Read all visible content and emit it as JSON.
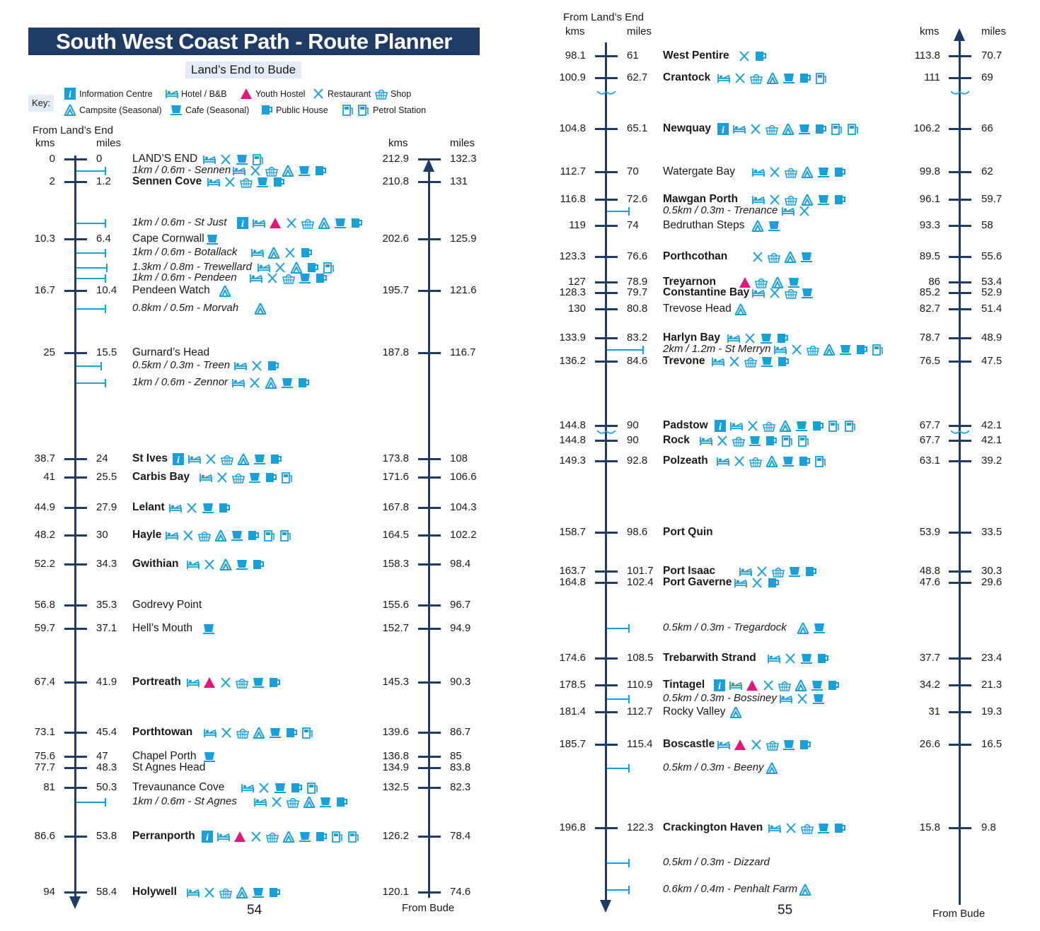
{
  "title": "South West Coast Path - Route Planner",
  "subtitle": "Land’s End to Bude",
  "key": {
    "label": "Key:",
    "items": [
      {
        "icon": "info",
        "label": "Information Centre"
      },
      {
        "icon": "bed",
        "label": "Hotel / B&B"
      },
      {
        "icon": "hostel",
        "label": "Youth Hostel"
      },
      {
        "icon": "cutlery",
        "label": "Restaurant"
      },
      {
        "icon": "basket",
        "label": "Shop"
      },
      {
        "icon": "tent",
        "label": "Campsite (Seasonal)"
      },
      {
        "icon": "cup",
        "label": "Cafe (Seasonal)"
      },
      {
        "icon": "mug",
        "label": "Public House"
      },
      {
        "icon": "pump",
        "label": "Petrol Station"
      }
    ]
  },
  "colors": {
    "navy": "#1f3a63",
    "cyan": "#1aa0d8",
    "magenta": "#e0187a"
  },
  "left_page": {
    "page_number": "54",
    "header_left": {
      "from": "From Land’s End",
      "kms": "kms",
      "miles": "miles"
    },
    "header_right": {
      "kms": "kms",
      "miles": "miles"
    },
    "footer_right": "From Bude",
    "entries": [
      {
        "type": "main",
        "lkm": "0",
        "lmi": "0",
        "name": "LAND’S END",
        "style": "normal",
        "icons": [
          "bed",
          "cutlery",
          "cup",
          "pump"
        ],
        "rkm": "212.9",
        "rmi": "132.3"
      },
      {
        "type": "spur",
        "name": "1km / 0.6m - Sennen",
        "icons": [
          "bed",
          "cutlery",
          "basket",
          "tent",
          "cup",
          "mug"
        ]
      },
      {
        "type": "main",
        "lkm": "2",
        "lmi": "1.2",
        "name": "Sennen Cove",
        "style": "bold",
        "icons": [
          "bed",
          "cutlery",
          "basket",
          "cup",
          "mug"
        ],
        "rkm": "210.8",
        "rmi": "131"
      },
      {
        "type": "spur",
        "name": "1km / 0.6m - St Just",
        "icons": [
          "info",
          "bed",
          "hostel",
          "cutlery",
          "basket",
          "tent",
          "cup",
          "mug"
        ]
      },
      {
        "type": "main",
        "lkm": "10.3",
        "lmi": "6.4",
        "name": "Cape Cornwall",
        "style": "normal",
        "icons": [
          "cup"
        ],
        "rkm": "202.6",
        "rmi": "125.9"
      },
      {
        "type": "spur",
        "name": "1km / 0.6m - Botallack",
        "icons": [
          "bed",
          "tent",
          "cutlery",
          "mug"
        ]
      },
      {
        "type": "spur",
        "name": "1.3km / 0.8m - Trewellard",
        "icons": [
          "bed",
          "cutlery",
          "tent",
          "mug",
          "pump"
        ]
      },
      {
        "type": "spur",
        "name": "1km / 0.6m - Pendeen",
        "icons": [
          "bed",
          "cutlery",
          "basket",
          "cup",
          "mug"
        ]
      },
      {
        "type": "main",
        "lkm": "16.7",
        "lmi": "10.4",
        "name": "Pendeen Watch",
        "style": "normal",
        "icons": [
          "tent"
        ],
        "rkm": "195.7",
        "rmi": "121.6"
      },
      {
        "type": "spur",
        "name": "0.8km / 0.5m - Morvah",
        "icons": [
          "tent"
        ]
      },
      {
        "type": "main",
        "lkm": "25",
        "lmi": "15.5",
        "name": "Gurnard’s Head",
        "style": "normal",
        "icons": [],
        "rkm": "187.8",
        "rmi": "116.7"
      },
      {
        "type": "spur",
        "name": "0.5km / 0.3m - Treen",
        "icons": [
          "bed",
          "cutlery",
          "mug"
        ]
      },
      {
        "type": "spur",
        "name": "1km / 0.6m - Zennor",
        "icons": [
          "bed",
          "cutlery",
          "tent",
          "cup",
          "mug"
        ]
      },
      {
        "type": "main",
        "lkm": "38.7",
        "lmi": "24",
        "name": "St Ives",
        "style": "bold",
        "icons": [
          "info",
          "bed",
          "cutlery",
          "basket",
          "tent",
          "cup",
          "mug"
        ],
        "rkm": "173.8",
        "rmi": "108"
      },
      {
        "type": "main",
        "lkm": "41",
        "lmi": "25.5",
        "name": "Carbis Bay",
        "style": "bold",
        "icons": [
          "bed",
          "cutlery",
          "basket",
          "cup",
          "mug",
          "pump"
        ],
        "rkm": "171.6",
        "rmi": "106.6"
      },
      {
        "type": "main",
        "lkm": "44.9",
        "lmi": "27.9",
        "name": "Lelant",
        "style": "bold",
        "icons": [
          "bed",
          "cutlery",
          "cup",
          "mug"
        ],
        "rkm": "167.8",
        "rmi": "104.3"
      },
      {
        "type": "main",
        "lkm": "48.2",
        "lmi": "30",
        "name": "Hayle",
        "style": "bold",
        "icons": [
          "bed",
          "cutlery",
          "basket",
          "tent",
          "cup",
          "mug",
          "pump",
          "pump"
        ],
        "rkm": "164.5",
        "rmi": "102.2"
      },
      {
        "type": "main",
        "lkm": "52.2",
        "lmi": "34.3",
        "name": "Gwithian",
        "style": "bold",
        "icons": [
          "bed",
          "cutlery",
          "tent",
          "cup",
          "mug"
        ],
        "rkm": "158.3",
        "rmi": "98.4"
      },
      {
        "type": "main",
        "lkm": "56.8",
        "lmi": "35.3",
        "name": "Godrevy Point",
        "style": "normal",
        "icons": [],
        "rkm": "155.6",
        "rmi": "96.7"
      },
      {
        "type": "main",
        "lkm": "59.7",
        "lmi": "37.1",
        "name": "Hell’s Mouth",
        "style": "normal",
        "icons": [
          "cup"
        ],
        "rkm": "152.7",
        "rmi": "94.9"
      },
      {
        "type": "main",
        "lkm": "67.4",
        "lmi": "41.9",
        "name": "Portreath",
        "style": "bold",
        "icons": [
          "bed",
          "hostel",
          "cutlery",
          "basket",
          "cup",
          "mug"
        ],
        "rkm": "145.3",
        "rmi": "90.3"
      },
      {
        "type": "main",
        "lkm": "73.1",
        "lmi": "45.4",
        "name": "Porthtowan",
        "style": "bold",
        "icons": [
          "bed",
          "cutlery",
          "basket",
          "tent",
          "cup",
          "mug",
          "pump"
        ],
        "rkm": "139.6",
        "rmi": "86.7"
      },
      {
        "type": "main",
        "lkm": "75.6",
        "lmi": "47",
        "name": "Chapel Porth",
        "style": "normal",
        "icons": [
          "cup"
        ],
        "rkm": "136.8",
        "rmi": "85"
      },
      {
        "type": "main",
        "lkm": "77.7",
        "lmi": "48.3",
        "name": "St Agnes Head",
        "style": "normal",
        "icons": [],
        "rkm": "134.9",
        "rmi": "83.8"
      },
      {
        "type": "main",
        "lkm": "81",
        "lmi": "50.3",
        "name": "Trevaunance Cove",
        "style": "normal",
        "icons": [
          "bed",
          "cutlery",
          "cup",
          "mug",
          "pump"
        ],
        "rkm": "132.5",
        "rmi": "82.3"
      },
      {
        "type": "spur",
        "name": "1km / 0.6m - St Agnes",
        "icons": [
          "bed",
          "cutlery",
          "basket",
          "tent",
          "cup",
          "mug"
        ]
      },
      {
        "type": "main",
        "lkm": "86.6",
        "lmi": "53.8",
        "name": "Perranporth",
        "style": "bold",
        "icons": [
          "info",
          "bed",
          "hostel",
          "cutlery",
          "basket",
          "tent",
          "cup",
          "mug",
          "pump",
          "pump"
        ],
        "rkm": "126.2",
        "rmi": "78.4"
      },
      {
        "type": "main",
        "lkm": "94",
        "lmi": "58.4",
        "name": "Holywell",
        "style": "bold",
        "icons": [
          "bed",
          "cutlery",
          "basket",
          "tent",
          "cup",
          "mug"
        ],
        "rkm": "120.1",
        "rmi": "74.6"
      }
    ]
  },
  "right_page": {
    "page_number": "55",
    "header_left": {
      "from": "From Land’s End",
      "kms": "kms",
      "miles": "miles"
    },
    "header_right": {
      "kms": "kms",
      "miles": "miles"
    },
    "footer_right": "From Bude",
    "entries": [
      {
        "type": "main",
        "lkm": "98.1",
        "lmi": "61",
        "name": "West Pentire",
        "style": "bold",
        "icons": [
          "cutlery",
          "mug"
        ],
        "rkm": "113.8",
        "rmi": "70.7"
      },
      {
        "type": "main",
        "lkm": "100.9",
        "lmi": "62.7",
        "name": "Crantock",
        "style": "bold",
        "icons": [
          "bed",
          "cutlery",
          "basket",
          "tent",
          "cup",
          "mug",
          "pump"
        ],
        "rkm": "111",
        "rmi": "69"
      },
      {
        "type": "main",
        "lkm": "104.8",
        "lmi": "65.1",
        "name": "Newquay",
        "style": "bold",
        "icons": [
          "info",
          "bed",
          "cutlery",
          "basket",
          "tent",
          "cup",
          "mug",
          "pump",
          "pump"
        ],
        "rkm": "106.2",
        "rmi": "66"
      },
      {
        "type": "main",
        "lkm": "112.7",
        "lmi": "70",
        "name": "Watergate Bay",
        "style": "normal",
        "icons": [
          "bed",
          "cutlery",
          "basket",
          "tent",
          "cup",
          "mug"
        ],
        "rkm": "99.8",
        "rmi": "62"
      },
      {
        "type": "main",
        "lkm": "116.8",
        "lmi": "72.6",
        "name": "Mawgan Porth",
        "style": "bold",
        "icons": [
          "bed",
          "cutlery",
          "basket",
          "tent",
          "cup",
          "mug"
        ],
        "rkm": "96.1",
        "rmi": "59.7"
      },
      {
        "type": "spur",
        "name": "0.5km / 0.3m - Trenance",
        "icons": [
          "bed",
          "cutlery"
        ]
      },
      {
        "type": "main",
        "lkm": "119",
        "lmi": "74",
        "name": "Bedruthan Steps",
        "style": "normal",
        "icons": [
          "tent",
          "cup"
        ],
        "rkm": "93.3",
        "rmi": "58"
      },
      {
        "type": "main",
        "lkm": "123.3",
        "lmi": "76.6",
        "name": "Porthcothan",
        "style": "bold",
        "icons": [
          "cutlery",
          "basket",
          "tent",
          "cup"
        ],
        "rkm": "89.5",
        "rmi": "55.6"
      },
      {
        "type": "main",
        "lkm": "127",
        "lmi": "78.9",
        "name": "Treyarnon",
        "style": "bold",
        "icons": [
          "hostel",
          "basket",
          "tent",
          "cup"
        ],
        "rkm": "86",
        "rmi": "53.4"
      },
      {
        "type": "main",
        "lkm": "128.3",
        "lmi": "79.7",
        "name": "Constantine Bay",
        "style": "bold",
        "icons": [
          "bed",
          "cutlery",
          "basket",
          "cup"
        ],
        "rkm": "85.2",
        "rmi": "52.9"
      },
      {
        "type": "main",
        "lkm": "130",
        "lmi": "80.8",
        "name": "Trevose Head",
        "style": "normal",
        "icons": [
          "tent"
        ],
        "rkm": "82.7",
        "rmi": "51.4"
      },
      {
        "type": "main",
        "lkm": "133.9",
        "lmi": "83.2",
        "name": "Harlyn Bay",
        "style": "bold",
        "icons": [
          "bed",
          "cutlery",
          "cup",
          "mug"
        ],
        "rkm": "78.7",
        "rmi": "48.9"
      },
      {
        "type": "spur",
        "name": "2km / 1.2m - St Merryn",
        "icons": [
          "bed",
          "cutlery",
          "basket",
          "tent",
          "cup",
          "mug",
          "pump"
        ]
      },
      {
        "type": "main",
        "lkm": "136.2",
        "lmi": "84.6",
        "name": "Trevone",
        "style": "bold",
        "icons": [
          "bed",
          "cutlery",
          "basket",
          "cup",
          "mug"
        ],
        "rkm": "76.5",
        "rmi": "47.5"
      },
      {
        "type": "main",
        "lkm": "144.8",
        "lmi": "90",
        "name": "Padstow",
        "style": "bold",
        "icons": [
          "info",
          "bed",
          "cutlery",
          "basket",
          "tent",
          "cup",
          "mug",
          "pump",
          "pump"
        ],
        "rkm": "67.7",
        "rmi": "42.1"
      },
      {
        "type": "main",
        "lkm": "144.8",
        "lmi": "90",
        "name": "Rock",
        "style": "bold",
        "icons": [
          "bed",
          "cutlery",
          "basket",
          "cup",
          "mug",
          "pump",
          "pump"
        ],
        "rkm": "67.7",
        "rmi": "42.1"
      },
      {
        "type": "main",
        "lkm": "149.3",
        "lmi": "92.8",
        "name": "Polzeath",
        "style": "bold",
        "icons": [
          "bed",
          "cutlery",
          "basket",
          "tent",
          "cup",
          "mug",
          "pump"
        ],
        "rkm": "63.1",
        "rmi": "39.2"
      },
      {
        "type": "main",
        "lkm": "158.7",
        "lmi": "98.6",
        "name": "Port Quin",
        "style": "bold",
        "icons": [],
        "rkm": "53.9",
        "rmi": "33.5"
      },
      {
        "type": "main",
        "lkm": "163.7",
        "lmi": "101.7",
        "name": "Port Isaac",
        "style": "bold",
        "icons": [
          "bed",
          "cutlery",
          "basket",
          "cup",
          "mug"
        ],
        "rkm": "48.8",
        "rmi": "30.3"
      },
      {
        "type": "main",
        "lkm": "164.8",
        "lmi": "102.4",
        "name": "Port Gaverne",
        "style": "bold",
        "icons": [
          "bed",
          "cutlery",
          "mug"
        ],
        "rkm": "47.6",
        "rmi": "29.6"
      },
      {
        "type": "spur",
        "name": "0.5km / 0.3m - Tregardock",
        "icons": [
          "tent",
          "cup"
        ]
      },
      {
        "type": "main",
        "lkm": "174.6",
        "lmi": "108.5",
        "name": "Trebarwith Strand",
        "style": "bold",
        "icons": [
          "bed",
          "cutlery",
          "cup",
          "mug"
        ],
        "rkm": "37.7",
        "rmi": "23.4"
      },
      {
        "type": "main",
        "lkm": "178.5",
        "lmi": "110.9",
        "name": "Tintagel",
        "style": "bold",
        "icons": [
          "info",
          "bed",
          "hostel",
          "cutlery",
          "basket",
          "tent",
          "cup",
          "mug"
        ],
        "rkm": "34.2",
        "rmi": "21.3"
      },
      {
        "type": "spur",
        "name": "0.5km / 0.3m - Bossiney",
        "icons": [
          "bed",
          "cutlery",
          "cup"
        ]
      },
      {
        "type": "main",
        "lkm": "181.4",
        "lmi": "112.7",
        "name": "Rocky Valley",
        "style": "normal",
        "icons": [
          "tent"
        ],
        "rkm": "31",
        "rmi": "19.3"
      },
      {
        "type": "main",
        "lkm": "185.7",
        "lmi": "115.4",
        "name": "Boscastle",
        "style": "bold",
        "icons": [
          "bed",
          "hostel",
          "cutlery",
          "basket",
          "cup",
          "mug"
        ],
        "rkm": "26.6",
        "rmi": "16.5"
      },
      {
        "type": "spur",
        "name": "0.5km / 0.3m - Beeny",
        "icons": [
          "tent"
        ]
      },
      {
        "type": "main",
        "lkm": "196.8",
        "lmi": "122.3",
        "name": "Crackington Haven",
        "style": "bold",
        "icons": [
          "bed",
          "cutlery",
          "basket",
          "cup",
          "mug"
        ],
        "rkm": "15.8",
        "rmi": "9.8"
      },
      {
        "type": "spur",
        "name": "0.5km / 0.3m - Dizzard",
        "icons": []
      },
      {
        "type": "spur",
        "name": "0.6km / 0.4m - Penhalt Farm",
        "icons": [
          "tent"
        ]
      }
    ]
  }
}
